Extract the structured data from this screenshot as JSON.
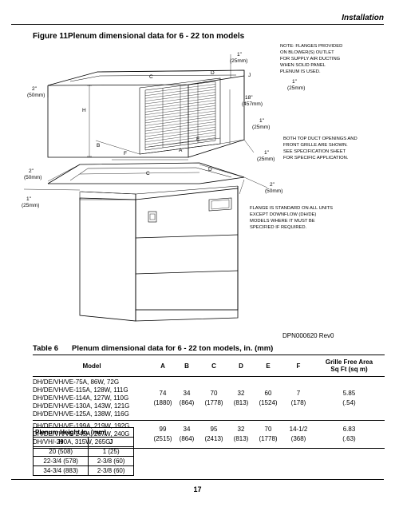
{
  "header": {
    "section": "Installation"
  },
  "figure": {
    "number": "Figure 11",
    "title": "Plenum dimensional data for 6 - 22 ton models",
    "labels": {
      "C_top": "C",
      "D_top": "D",
      "J": "J",
      "H": "H",
      "B_top": "B",
      "F": "F",
      "E": "E",
      "A": "A",
      "C_low": "C",
      "D_low": "D"
    },
    "dims": {
      "two_in_left": "2\"",
      "fifty_mm_left": "(50mm)",
      "one_in_top": "1\"",
      "twentyfive_mm_top": "(25mm)",
      "eighteen_in": "18\"",
      "four57_mm": "(457mm)",
      "one_in_right_top": "1\"",
      "twentyfive_mm_right_top": "(25mm)",
      "one_in_mid": "1\"",
      "twentyfive_mm_mid": "(25mm)",
      "one_in_side": "1\"",
      "twentyfive_mm_side": "(25mm)",
      "two_in_low_left": "2\"",
      "fifty_mm_low_left": "(50mm)",
      "two_in_low_right": "2\"",
      "fifty_mm_low_right": "(50mm)",
      "one_in_low": "1\"",
      "twentyfive_mm_low": "(25mm)"
    },
    "notes": {
      "flanges": [
        "NOTE: FLANGES PROVIDED",
        "ON BLOWER(S) OUTLET",
        "FOR SUPPLY AIR DUCTING",
        "WHEN SOLID PANEL",
        "PLENUM IS USED."
      ],
      "both_top": [
        "BOTH TOP DUCT OPENINGS AND",
        "FRONT GRILLE ARE SHOWN.",
        "SEE SPECIFICATION SHEET",
        "FOR SPECIFIC APPLICATION."
      ],
      "flange_std": [
        "FLANGE IS STANDARD ON ALL UNITS",
        "EXCEPT DOWNFLOW (DH/DE)",
        "MODELS WHERE IT MUST BE",
        "SPECIFIED IF REQUIRED."
      ]
    },
    "drawing_id": "DPN000620 Rev0"
  },
  "table": {
    "number": "Table 6",
    "title": "Plenum dimensional data for 6 - 22 ton models, in. (mm)",
    "headers": {
      "model": "Model",
      "a": "A",
      "b": "B",
      "c": "C",
      "d": "D",
      "e": "E",
      "f": "F",
      "grille": "Grille Free Area",
      "grille_unit": "Sq Ft (sq m)"
    },
    "rows": [
      {
        "models": [
          "DH/DE/VH/VE-75A, 86W, 72G",
          "DH/DE/VH/VE-115A, 128W, 111G",
          "DH/DE/VH/VE-114A, 127W, 110G",
          "DH/DE/VH/VE-130A, 143W, 121G",
          "DH/DE/VH/VE-125A, 138W, 116G"
        ],
        "a": "74",
        "a_mm": "(1880)",
        "b": "34",
        "b_mm": "(864)",
        "c": "70",
        "c_mm": "(1778)",
        "d": "32",
        "d_mm": "(813)",
        "e": "60",
        "e_mm": "(1524)",
        "f": "7",
        "f_mm": "(178)",
        "grille": "5.85",
        "grille_m": "(.54)"
      },
      {
        "models": [
          "DH/DE/VH/VE-199A, 219W, 192G",
          "DH/DE/VH/VE-245A, 267W, 240G",
          "DH/VH/-290A, 315W, 265G"
        ],
        "a": "99",
        "a_mm": "(2515)",
        "b": "34",
        "b_mm": "(864)",
        "c": "95",
        "c_mm": "(2413)",
        "d": "32",
        "d_mm": "(813)",
        "e": "70",
        "e_mm": "(1778)",
        "f": "14-1/2",
        "f_mm": "(368)",
        "grille": "6.83",
        "grille_m": "(.63)"
      }
    ]
  },
  "plenum_table": {
    "caption": "Plenum Height In. (mm)",
    "headers": {
      "h": "H",
      "j": "J"
    },
    "rows": [
      {
        "h": "20 (508)",
        "j": "1 (25)"
      },
      {
        "h": "22-3/4 (578)",
        "j": "2-3/8 (60)"
      },
      {
        "h": "34-3/4 (883)",
        "j": "2-3/8 (60)"
      }
    ]
  },
  "footer": {
    "page": "17"
  }
}
